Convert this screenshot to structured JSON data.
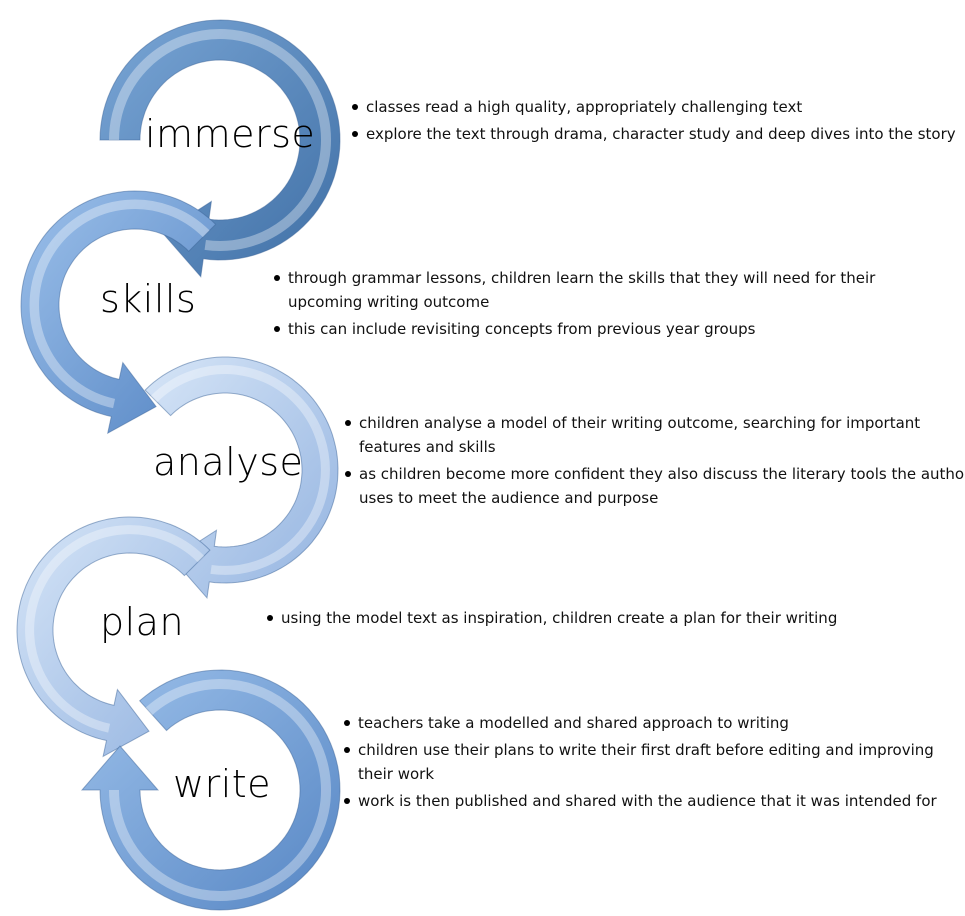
{
  "colors": {
    "arrow_dark": "#4f82b8",
    "arrow_mid": "#6b9bd4",
    "arrow_light": "#a8c3e8"
  },
  "stages": [
    {
      "label": "immerse",
      "bullets": [
        "classes read a high quality, appropriately challenging text",
        "explore the text through drama, character study and deep dives into the story"
      ]
    },
    {
      "label": "skills",
      "bullets": [
        "through grammar lessons, children learn the skills that they will need for their upcoming writing outcome",
        "this can include revisiting concepts from previous year groups"
      ]
    },
    {
      "label": "analyse",
      "bullets": [
        "children analyse a model of their writing outcome, searching for important features and skills",
        "as children become more confident they also discuss the literary tools the author uses to meet the audience and purpose"
      ]
    },
    {
      "label": "plan",
      "bullets": [
        "using the model text as inspiration, children create a plan for their writing"
      ]
    },
    {
      "label": "write",
      "bullets": [
        "teachers take a modelled and shared approach to writing",
        "children use their plans to write their first draft before editing and improving their work",
        "work is then published and shared with the audience that it was intended for"
      ]
    }
  ]
}
